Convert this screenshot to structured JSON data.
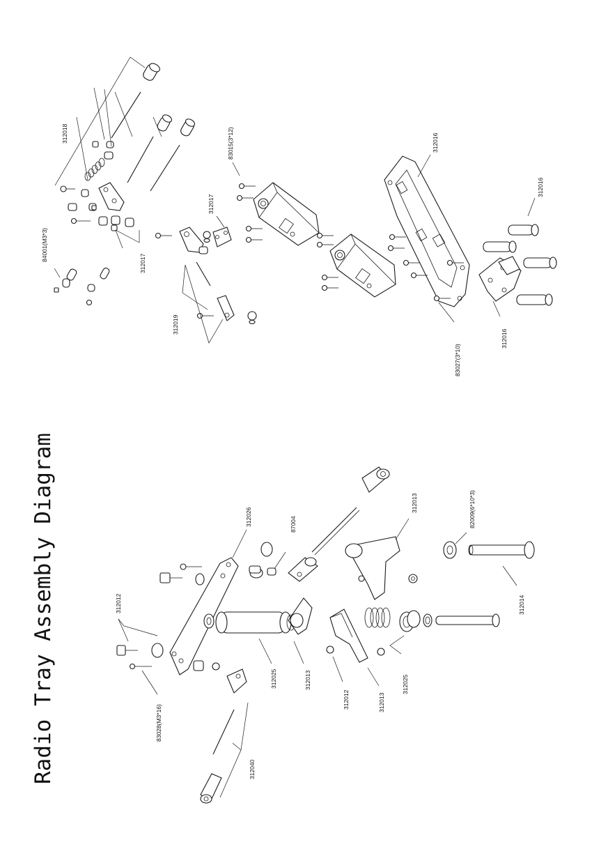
{
  "title": "Radio Tray Assembly Diagram",
  "labels": {
    "l1": "312018",
    "l2": "84001(M3*3)",
    "l3": "312017",
    "l4": "312017",
    "l5": "83015(3*12)",
    "l6": "312016",
    "l7": "312016",
    "l8": "312016",
    "l9": "83027(3*10)",
    "l10": "312019",
    "l11": "312026",
    "l12": "87004",
    "l13": "312013",
    "l14": "82009(6*10*3)",
    "l15": "312012",
    "l16": "312014",
    "l17": "312025",
    "l18": "312013",
    "l19": "312012",
    "l20": "312013",
    "l21": "312025",
    "l22": "83028(M3*16)",
    "l23": "312040"
  }
}
